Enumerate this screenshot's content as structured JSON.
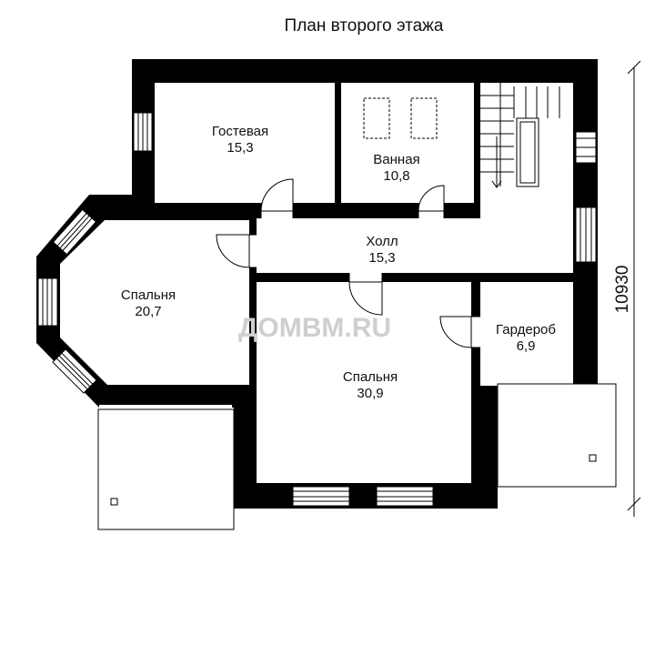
{
  "title": "План второго этажа",
  "watermark": "ДОМВМ.RU",
  "dimension": "10930",
  "rooms": {
    "guest": {
      "name": "Гостевая",
      "area": "15,3"
    },
    "bath": {
      "name": "Ванная",
      "area": "10,8"
    },
    "hall": {
      "name": "Холл",
      "area": "15,3"
    },
    "bedroom_left": {
      "name": "Спальня",
      "area": "20,7"
    },
    "bedroom_main": {
      "name": "Спальня",
      "area": "30,9"
    },
    "wardrobe": {
      "name": "Гардероб",
      "area": "6,9"
    }
  },
  "colors": {
    "wall": "#000000",
    "background": "#ffffff",
    "watermark": "#cfcfcf"
  }
}
